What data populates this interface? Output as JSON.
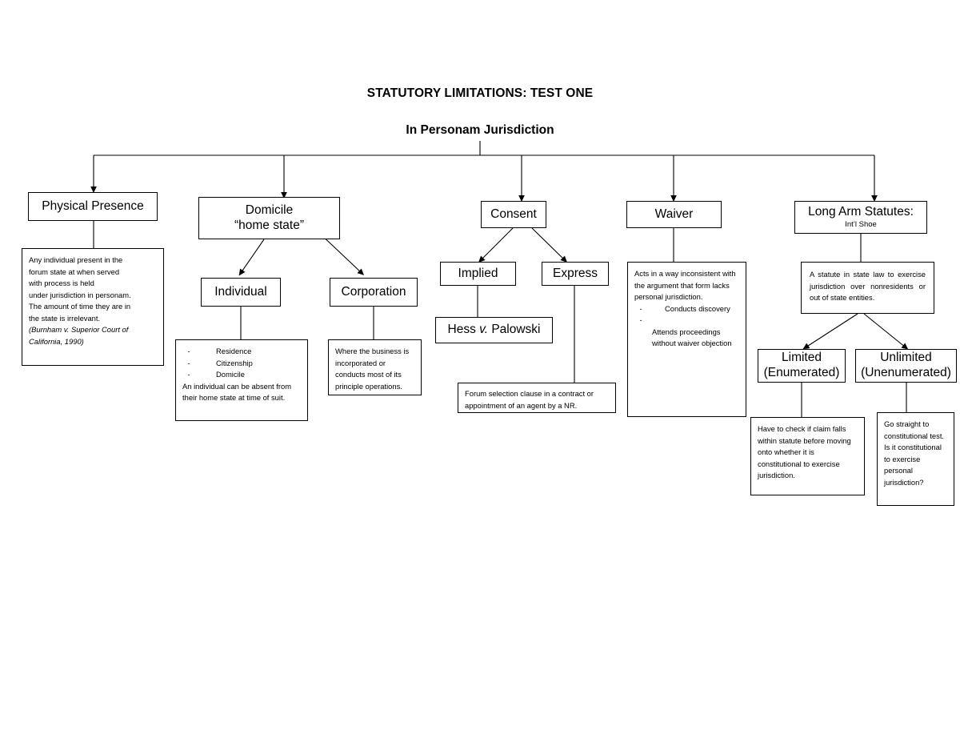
{
  "document": {
    "title": "STATUTORY LIMITATIONS: TEST ONE",
    "subtitle": "In Personam Jurisdiction",
    "ink_color": "#000000",
    "paper_color": "#ffffff"
  },
  "chart_data": {
    "type": "diagram",
    "title": "STATUTORY LIMITATIONS: TEST ONE",
    "root": "In Personam Jurisdiction",
    "branches": [
      "Physical Presence",
      "Domicile “home state”",
      "Consent",
      "Waiver",
      "Long Arm Statutes: Int’l Shoe"
    ]
  },
  "nodes": {
    "physical_presence": {
      "label": "Physical Presence",
      "detail_lines": [
        "Any individual present in the",
        "forum state at when served",
        "with process is held",
        "under jurisdiction in personam.",
        "The amount of time they are in",
        "the state is irrelevant."
      ],
      "citation": "(Burnham v. Superior Court of California, 1990)"
    },
    "domicile": {
      "label_line1": "Domicile",
      "label_line2": "“home state”"
    },
    "individual": {
      "label": "Individual",
      "bullets": [
        "Residence",
        "Citizenship",
        "Domicile"
      ],
      "note": "An individual can be absent from their home state at time of suit."
    },
    "corporation": {
      "label": "Corporation",
      "note": "Where the business is incorporated or conducts most of its principle operations."
    },
    "consent": {
      "label": "Consent"
    },
    "implied": {
      "label": "Implied",
      "case": "Hess v. Palowski",
      "case_prefix": "Hess ",
      "case_v": "v.",
      "case_suffix": " Palowski"
    },
    "express": {
      "label": "Express",
      "note": "Forum selection clause in a contract or appointment of an agent by a NR."
    },
    "waiver": {
      "label": "Waiver",
      "note": "Acts in a way inconsistent with the argument that form lacks personal jurisdiction.",
      "bullets": [
        "Conducts discovery",
        "Attends proceedings without waiver objection"
      ]
    },
    "long_arm": {
      "label": "Long Arm Statutes:",
      "sublabel": "Int’l Shoe",
      "note": "A statute in state law to exercise jurisdiction over nonresidents or out of state entities."
    },
    "limited": {
      "label_line1": "Limited",
      "label_line2": "(Enumerated)",
      "note": "Have to check if claim falls within statute before moving onto whether it is constitutional to exercise jurisdiction."
    },
    "unlimited": {
      "label_line1": "Unlimited",
      "label_line2": "(Unenumerated)",
      "note": "Go straight to constitutional test.  Is it constitutional to exercise personal jurisdiction?"
    }
  }
}
